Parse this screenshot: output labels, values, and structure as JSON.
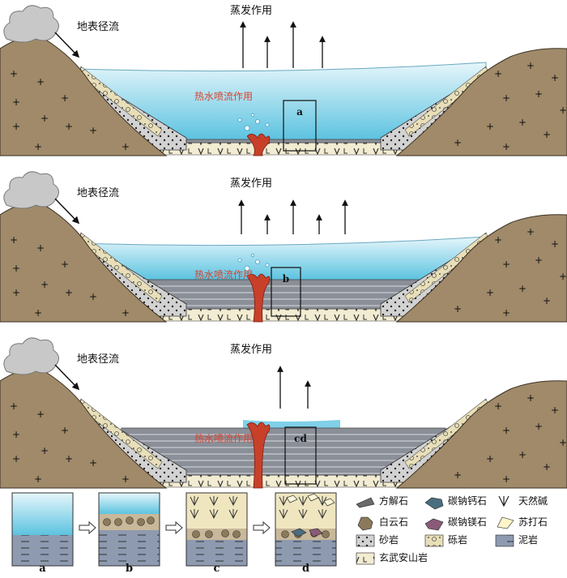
{
  "colors": {
    "mountain": "#a08a6a",
    "water": "#7fd0e8",
    "sand": "#d4d4d4",
    "mudstone": "#8a9098",
    "base": "#f2ecd2",
    "plume": "#c8402a",
    "cloud": "#c8c8c8"
  },
  "panels": [
    {
      "runoff": "地表径流",
      "evaporation": "蒸发作用",
      "hydrothermal": "热水喷流作用",
      "box": "a"
    },
    {
      "runoff": "地表径流",
      "evaporation": "蒸发作用",
      "hydrothermal": "热水喷流作用",
      "box": "b"
    },
    {
      "runoff": "地表径流",
      "evaporation": "蒸发作用",
      "hydrothermal": "热水喷流作用",
      "box": "cd"
    }
  ],
  "stages": [
    "a",
    "b",
    "c",
    "d"
  ],
  "legend": {
    "calcite": "方解石",
    "shortite": "碳钠钙石",
    "trona": "天然碱",
    "dolomite": "白云石",
    "northupite": "碳钠镁石",
    "nahcolite": "苏打石",
    "sandstone": "砂岩",
    "conglomerate": "砾岩",
    "mudstone": "泥岩",
    "basalt": "玄武安山岩"
  }
}
